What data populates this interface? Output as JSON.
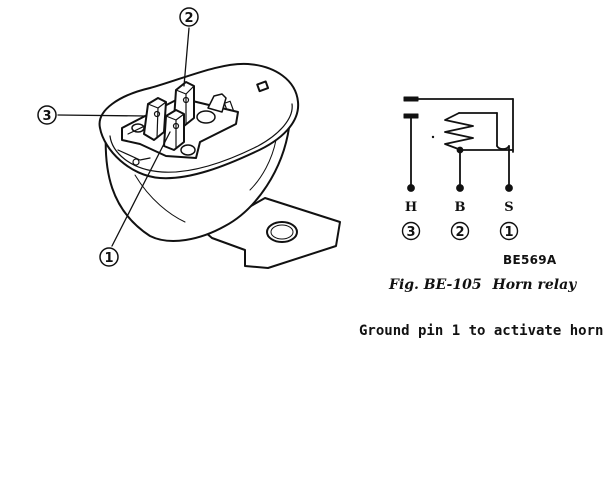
{
  "figure": {
    "code": "BE569A",
    "caption_id": "Fig. BE-105",
    "caption_title": "Horn relay"
  },
  "note": "Ground pin 1 to activate horn",
  "illustration": {
    "callouts": [
      {
        "number": "2"
      },
      {
        "number": "3"
      },
      {
        "number": "1"
      }
    ]
  },
  "schematic": {
    "terminals": [
      {
        "letter": "H",
        "number": "3"
      },
      {
        "letter": "B",
        "number": "2"
      },
      {
        "letter": "S",
        "number": "1"
      }
    ]
  }
}
